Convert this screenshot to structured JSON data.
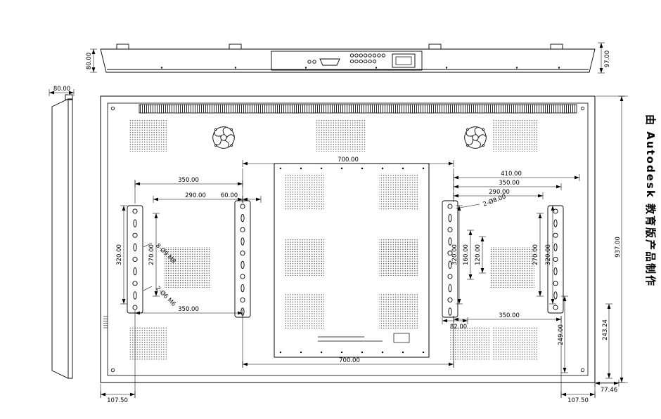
{
  "watermark": {
    "text": "由 Autodesk 教育版产品制作"
  },
  "colors": {
    "line": "#000000",
    "background": "#ffffff"
  },
  "dims": {
    "d80_top_left": "80.00",
    "d97_top_right": "97.00",
    "d80_side": "80.00",
    "d700_top": "700.00",
    "d350_left_top": "350.00",
    "d290_left_top": "290.00",
    "d60_center": "60.00",
    "d410_right": "410.00",
    "d350_right_top": "350.00",
    "d290_right_top": "290.00",
    "d320_left": "320.00",
    "d270_left": "270.00",
    "d320_right_inner": "320.00",
    "d160_right": "160.00",
    "d120_right": "120.00",
    "d270_right": "270.00",
    "d320_right_outer": "320.00",
    "d937_height": "937.00",
    "d243_bottom_right": "243.24",
    "d249_bottom_right": "249.00",
    "d77_bottom_right": "77.46",
    "d82_bottom": "82.00",
    "d350_left_bottom": "350.00",
    "d350_right_bottom": "350.00",
    "d700_bottom": "700.00",
    "d107_bottom_left": "107.50",
    "d107_bottom_right": "107.50"
  },
  "annotations": {
    "a_2xd8": "2-Ø8.00",
    "a_8xd9_m8": "8-Ø9 M8",
    "a_2xd6_m6": "2-Ø6 M6"
  }
}
